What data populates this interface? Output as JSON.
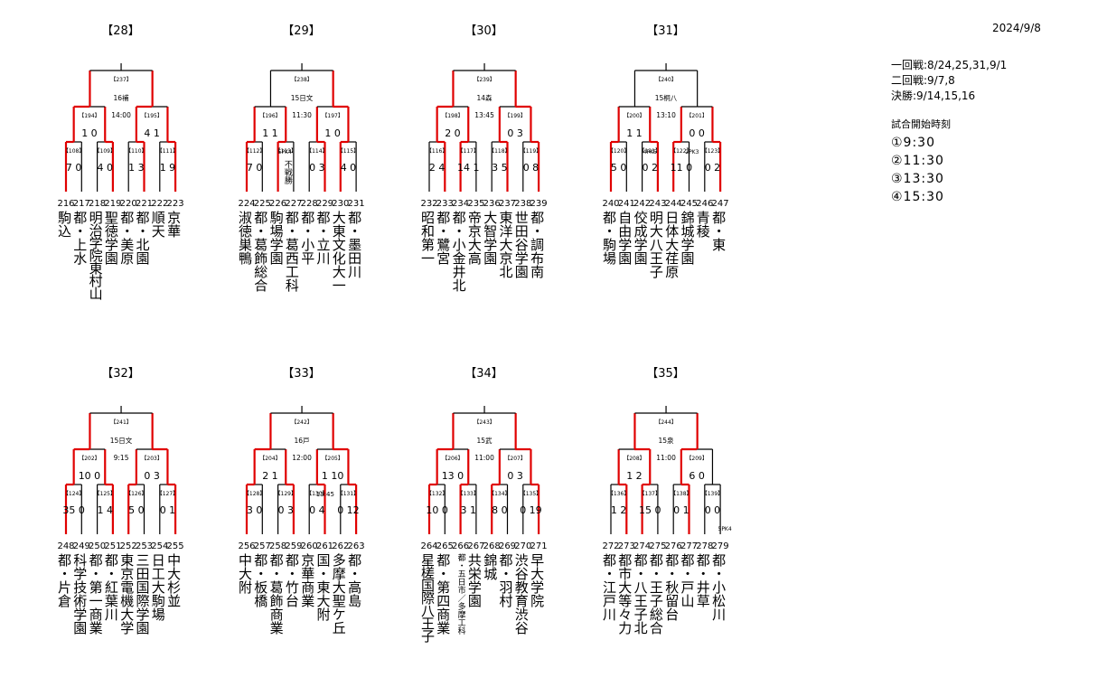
{
  "date": "2024/9/8",
  "schedule": [
    "一回戦:8/24,25,31,9/1",
    "二回戦:9/7,8",
    "決勝:9/14,15,16"
  ],
  "start_times_label": "試合開始時刻",
  "start_times": [
    "①9:30",
    "②11:30",
    "③13:30",
    "④15:30"
  ],
  "colors": {
    "win_line": "#e00000",
    "line": "#000000"
  },
  "blocks": [
    {
      "title": "【28】",
      "final": {
        "id": "【237】",
        "venue": "16補",
        "time": "14:00"
      },
      "semis": [
        {
          "id": "【194】",
          "score": "1 0"
        },
        {
          "id": "【195】",
          "score": "4 1"
        }
      ],
      "firsts": [
        {
          "id": "【108】",
          "score": "7 0"
        },
        {
          "id": "【109】",
          "score": "4 0"
        },
        {
          "id": "【110】",
          "score": "1 3"
        },
        {
          "id": "【111】",
          "score": "1 9"
        }
      ],
      "numbers": [
        "216",
        "217",
        "218",
        "219",
        "220",
        "221",
        "222",
        "223"
      ],
      "teams": [
        "駒込",
        "都・上水",
        "明治学院東村山",
        "聖徳学園",
        "都・美原",
        "都・北園",
        "順天",
        "京華"
      ]
    },
    {
      "title": "【29】",
      "final": {
        "id": "【238】",
        "venue": "15日文",
        "time": "11:30"
      },
      "semis": [
        {
          "id": "【196】",
          "score": "1 1"
        },
        {
          "id": "【197】",
          "score": "1 0"
        }
      ],
      "firsts": [
        {
          "id": "【112】",
          "score": "7 0"
        },
        {
          "id": "【113】",
          "score": ""
        },
        {
          "id": "【114】",
          "score": "0 3"
        },
        {
          "id": "【115】",
          "score": "4 0"
        }
      ],
      "pk": [
        "5PK4"
      ],
      "forfeit": "不戦勝",
      "numbers": [
        "224",
        "225",
        "226",
        "227",
        "228",
        "229",
        "230",
        "231"
      ],
      "teams": [
        "淑徳巣鴨",
        "都・葛飾総合",
        "駒場学園",
        "都・葛西工科",
        "都・小平",
        "都・立川",
        "大東文化大一",
        "都・墨田川"
      ]
    },
    {
      "title": "【30】",
      "final": {
        "id": "【239】",
        "venue": "14森",
        "time": "13:45"
      },
      "semis": [
        {
          "id": "【198】",
          "score": "2 0"
        },
        {
          "id": "【199】",
          "score": "0 3"
        }
      ],
      "firsts": [
        {
          "id": "【116】",
          "score": "2 4"
        },
        {
          "id": "【117】",
          "score": "14 1"
        },
        {
          "id": "【118】",
          "score": "3 5"
        },
        {
          "id": "【119】",
          "score": "0 8"
        }
      ],
      "numbers": [
        "232",
        "233",
        "234",
        "235",
        "236",
        "237",
        "238",
        "239"
      ],
      "teams": [
        "昭和第一",
        "都・鷺宮",
        "都・小金井北",
        "帝京大高",
        "大智学園",
        "東洋大京北",
        "世田谷学園",
        "都・調布南"
      ]
    },
    {
      "title": "【31】",
      "final": {
        "id": "【240】",
        "venue": "15桐八",
        "time": "13:10"
      },
      "semis": [
        {
          "id": "【200】",
          "score": "1 1"
        },
        {
          "id": "【201】",
          "score": "0 0"
        }
      ],
      "firsts": [
        {
          "id": "【120】",
          "score": "5 0"
        },
        {
          "id": "【121】",
          "score": "0 2"
        },
        {
          "id": "【122】",
          "score": "11 0"
        },
        {
          "id": "【123】",
          "score": "0 2"
        }
      ],
      "pk": [
        "4PK5",
        "2PK3"
      ],
      "numbers": [
        "240",
        "241",
        "242",
        "243",
        "244",
        "245",
        "246",
        "247"
      ],
      "teams": [
        "都・駒場",
        "自由学園",
        "佼成学園",
        "明大八王子",
        "日体大荏原",
        "錦城学園",
        "青稜",
        "都・東"
      ]
    },
    {
      "title": "【32】",
      "final": {
        "id": "【241】",
        "venue": "15日文",
        "time": "9:15"
      },
      "semis": [
        {
          "id": "【202】",
          "score": "10 0"
        },
        {
          "id": "【203】",
          "score": "0 3"
        }
      ],
      "firsts": [
        {
          "id": "【124】",
          "score": "35 0"
        },
        {
          "id": "【125】",
          "score": "1 4"
        },
        {
          "id": "【126】",
          "score": "5 0"
        },
        {
          "id": "【127】",
          "score": "0 1"
        }
      ],
      "numbers": [
        "248",
        "249",
        "250",
        "251",
        "252",
        "253",
        "254",
        "255"
      ],
      "teams": [
        "都・片倉",
        "科学技術学園",
        "都・第一商業",
        "都・紅葉川",
        "東京電機大学",
        "三田国際学園",
        "日工大駒場",
        "中大杉並"
      ]
    },
    {
      "title": "【33】",
      "final": {
        "id": "【242】",
        "venue": "16戸",
        "time": "12:00"
      },
      "semis": [
        {
          "id": "【204】",
          "score": "2 1"
        },
        {
          "id": "【205】",
          "score": "1 10"
        }
      ],
      "firsts": [
        {
          "id": "【128】",
          "score": "3 0"
        },
        {
          "id": "【129】",
          "score": "0 3"
        },
        {
          "id": "【130】",
          "score": "0 4"
        },
        {
          "id": "【131】",
          "score": "0 12"
        }
      ],
      "extra_time": "13:45",
      "numbers": [
        "256",
        "257",
        "258",
        "259",
        "260",
        "261",
        "262",
        "263"
      ],
      "teams": [
        "中大附",
        "都・板橋",
        "都・葛飾商業",
        "都・竹台",
        "京華商業",
        "国・東大附",
        "多摩大聖ケ丘",
        "都・高島"
      ]
    },
    {
      "title": "【34】",
      "final": {
        "id": "【243】",
        "venue": "15武",
        "time": "11:00"
      },
      "semis": [
        {
          "id": "【206】",
          "score": "13 0"
        },
        {
          "id": "【207】",
          "score": "0 3"
        }
      ],
      "firsts": [
        {
          "id": "【132】",
          "score": "10 0"
        },
        {
          "id": "【133】",
          "score": "3 1"
        },
        {
          "id": "【134】",
          "score": "8 0"
        },
        {
          "id": "【135】",
          "score": "0 19"
        }
      ],
      "numbers": [
        "264",
        "265",
        "266",
        "267",
        "268",
        "269",
        "270",
        "271"
      ],
      "teams": [
        "星槎国際八王子",
        "都・第四商業",
        "都・五日市／多摩工科",
        "共栄学園",
        "錦城",
        "都・羽村",
        "渋谷教育渋谷",
        "早大学院"
      ]
    },
    {
      "title": "【35】",
      "final": {
        "id": "【244】",
        "venue": "15泉",
        "time": "11:00"
      },
      "semis": [
        {
          "id": "【208】",
          "score": "1 2"
        },
        {
          "id": "【209】",
          "score": "6 0"
        }
      ],
      "firsts": [
        {
          "id": "【136】",
          "score": "1 2"
        },
        {
          "id": "【137】",
          "score": "15 0"
        },
        {
          "id": "【138】",
          "score": "0 1"
        },
        {
          "id": "【139】",
          "score": "0 0"
        }
      ],
      "pk": [
        "5PK4"
      ],
      "numbers": [
        "272",
        "273",
        "274",
        "275",
        "276",
        "277",
        "278",
        "279"
      ],
      "teams": [
        "都・江戸川",
        "都市大等々力",
        "都・八王子北",
        "都・王子総合",
        "都・秋留台",
        "都・戸山",
        "都・井草",
        "都・小松川"
      ]
    }
  ]
}
